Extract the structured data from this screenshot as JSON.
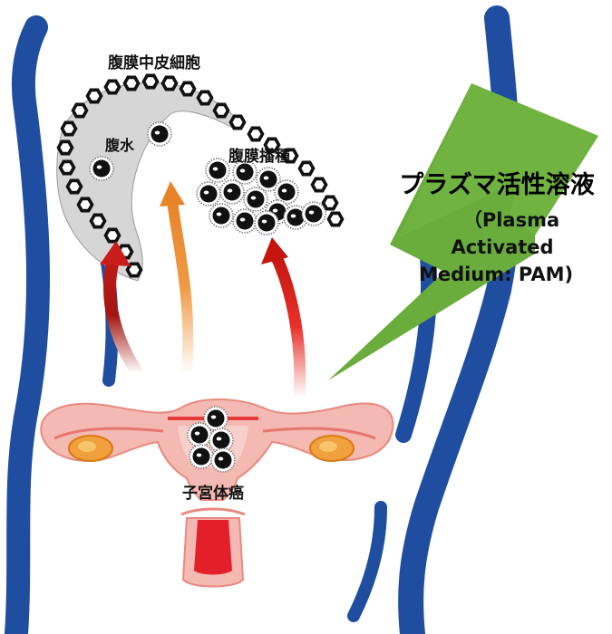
{
  "labels": {
    "mesothelial_cells": "腹膜中皮細胞",
    "ascites": "腹水",
    "peritoneal_dissemination": "腹膜播種",
    "endometrial_cancer": "子宮体癌"
  },
  "pam": {
    "title": "プラズマ活性溶液",
    "line1": "（Plasma",
    "line2": "Activated",
    "line3": "Medium: PAM)"
  },
  "colors": {
    "body_outline": "#1f4ea0",
    "pam_wedge": "#6aad3c",
    "arrow_red": "#d8231f",
    "arrow_dark_red": "#9b1512",
    "arrow_orange": "#ec8a2e",
    "peritoneum_gray": "#d6d6d6",
    "uterus_pink": "#f4b9b2",
    "ovary_orange": "#f0a03c",
    "cervix_red": "#e3202a"
  },
  "icons": [
    "hexagon-mesothelial-cell",
    "cancer-cell"
  ]
}
